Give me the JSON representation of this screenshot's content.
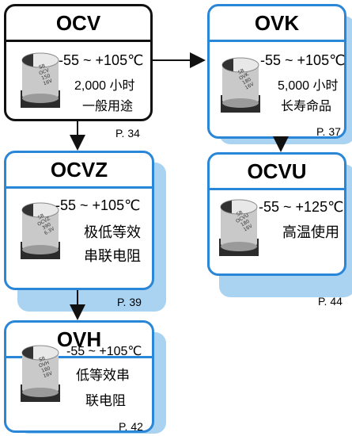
{
  "colors": {
    "blue_border": "#2a86d6",
    "black_border": "#111111",
    "shadow": "#a9d3f0"
  },
  "nodes": {
    "ocv": {
      "title": "OCV",
      "temp": "-55 ~ +105℃",
      "line1": "2,000 小时",
      "line2": "一般用途",
      "page": "P. 34",
      "cap_text": [
        "SB",
        "OCV",
        "150",
        "16V"
      ]
    },
    "ovk": {
      "title": "OVK",
      "temp": "-55 ~ +105℃",
      "line1": "5,000 小时",
      "line2": "长寿命品",
      "page": "P. 37",
      "cap_text": [
        "SB",
        "OVK",
        "180",
        "16V"
      ]
    },
    "ocvz": {
      "title": "OCVZ",
      "temp": "-55 ~ +105℃",
      "line1": "极低等效",
      "line2": "串联电阻",
      "page": "P. 39",
      "cap_text": [
        "SB",
        "OCVZ",
        "390",
        "6.3V"
      ]
    },
    "ocvu": {
      "title": "OCVU",
      "temp": "-55 ~ +125℃",
      "line1": "高温使用",
      "page": "P. 44",
      "cap_text": [
        "SB",
        "OCVU",
        "180",
        "16V"
      ]
    },
    "ovh": {
      "title": "OVH",
      "temp": "-55 ~ +105℃",
      "line1": "低等效串",
      "line2": "联电阻",
      "page": "P. 42",
      "cap_text": [
        "SB",
        "OVH",
        "180",
        "16V"
      ]
    }
  }
}
